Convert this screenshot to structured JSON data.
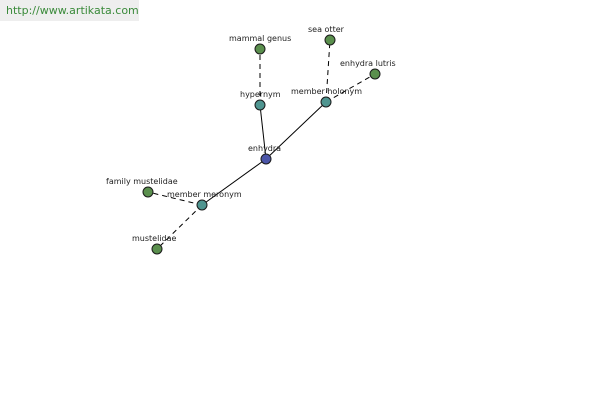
{
  "header": {
    "url_text": "http://www.artikata.com"
  },
  "colors": {
    "focus_node": "#4b55a8",
    "relation_node": "#4f9590",
    "leaf_node": "#5a8f4d",
    "url_text": "#3a8a3a"
  },
  "graph": {
    "nodes": [
      {
        "id": "enhydra",
        "label": "enhydra",
        "kind": "focus"
      },
      {
        "id": "hypernym",
        "label": "hypernym",
        "kind": "relation"
      },
      {
        "id": "member-holonym",
        "label": "member holonym",
        "kind": "relation"
      },
      {
        "id": "member-meronym",
        "label": "member meronym",
        "kind": "relation"
      },
      {
        "id": "mammal-genus",
        "label": "mammal genus",
        "kind": "leaf"
      },
      {
        "id": "sea-otter",
        "label": "sea otter",
        "kind": "leaf"
      },
      {
        "id": "enhydra-lutris",
        "label": "enhydra lutris",
        "kind": "leaf"
      },
      {
        "id": "family-mustelidae",
        "label": "family mustelidae",
        "kind": "leaf"
      },
      {
        "id": "mustelidae",
        "label": "mustelidae",
        "kind": "leaf"
      }
    ],
    "edges": [
      {
        "from": "enhydra",
        "to": "hypernym",
        "style": "solid"
      },
      {
        "from": "enhydra",
        "to": "member-holonym",
        "style": "solid"
      },
      {
        "from": "enhydra",
        "to": "member-meronym",
        "style": "solid"
      },
      {
        "from": "hypernym",
        "to": "mammal-genus",
        "style": "dashed"
      },
      {
        "from": "member-holonym",
        "to": "sea-otter",
        "style": "dashed"
      },
      {
        "from": "member-holonym",
        "to": "enhydra-lutris",
        "style": "dashed"
      },
      {
        "from": "member-meronym",
        "to": "family-mustelidae",
        "style": "dashed"
      },
      {
        "from": "member-meronym",
        "to": "mustelidae",
        "style": "dashed"
      }
    ]
  }
}
